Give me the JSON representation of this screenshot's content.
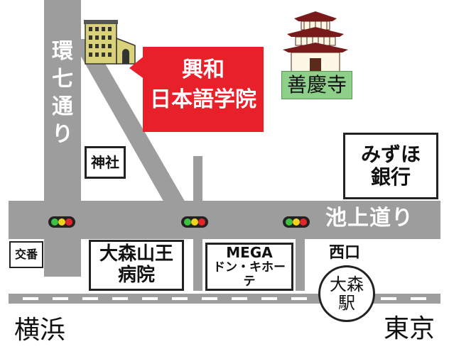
{
  "roads": {
    "kannana_line1": "環",
    "kannana_line2": "七",
    "kannana_line3": "通",
    "kannana_line4": "り",
    "ikegami": "池上道り"
  },
  "school": {
    "line1": "興和",
    "line2": "日本語学院"
  },
  "landmarks": {
    "temple": "善慶寺",
    "shrine": "神社",
    "police": "交番",
    "hospital_line1": "大森山王",
    "hospital_line2": "病院",
    "mega_line1": "MEGA",
    "mega_line2": "ドン・キホーテ",
    "bank_line1": "みずほ",
    "bank_line2": "銀行",
    "west_exit": "西口",
    "station_line1": "大森",
    "station_line2": "駅"
  },
  "directions": {
    "left": "横浜",
    "right": "東京"
  },
  "colors": {
    "road": "#9d9d9d",
    "callout": "#e8202a",
    "temple_plaque": "#8ecf8a",
    "school_building": "#d9d27a",
    "light_red": "#e3262a",
    "light_yellow": "#f2d21c",
    "light_green": "#3cc140"
  },
  "icons": [
    "school-building-icon",
    "temple-icon",
    "traffic-light-icon",
    "railway-track-icon"
  ]
}
